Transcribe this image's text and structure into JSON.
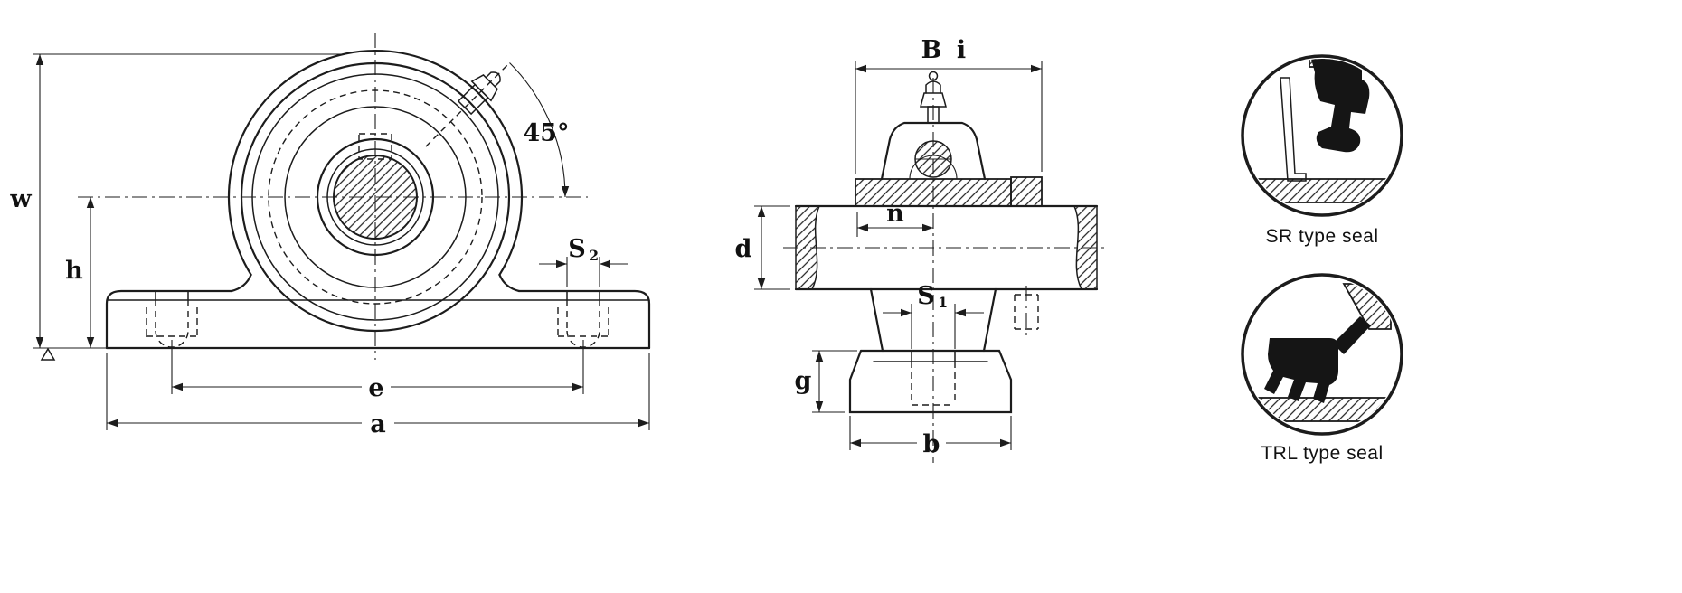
{
  "front_view": {
    "w": "w",
    "h": "h",
    "e": "e",
    "a": "a",
    "s2_base": "S",
    "s2_sub": "2",
    "angle": "45°"
  },
  "side_view": {
    "B": "B",
    "i": "i",
    "n": "n",
    "d": "d",
    "s1_base": "S",
    "s1_sub": "1",
    "g": "g",
    "b": "b"
  },
  "seals": {
    "sr": "SR type seal",
    "trl": "TRL type seal"
  },
  "colors": {
    "line": "#1c1c1c",
    "background": "#ffffff"
  }
}
